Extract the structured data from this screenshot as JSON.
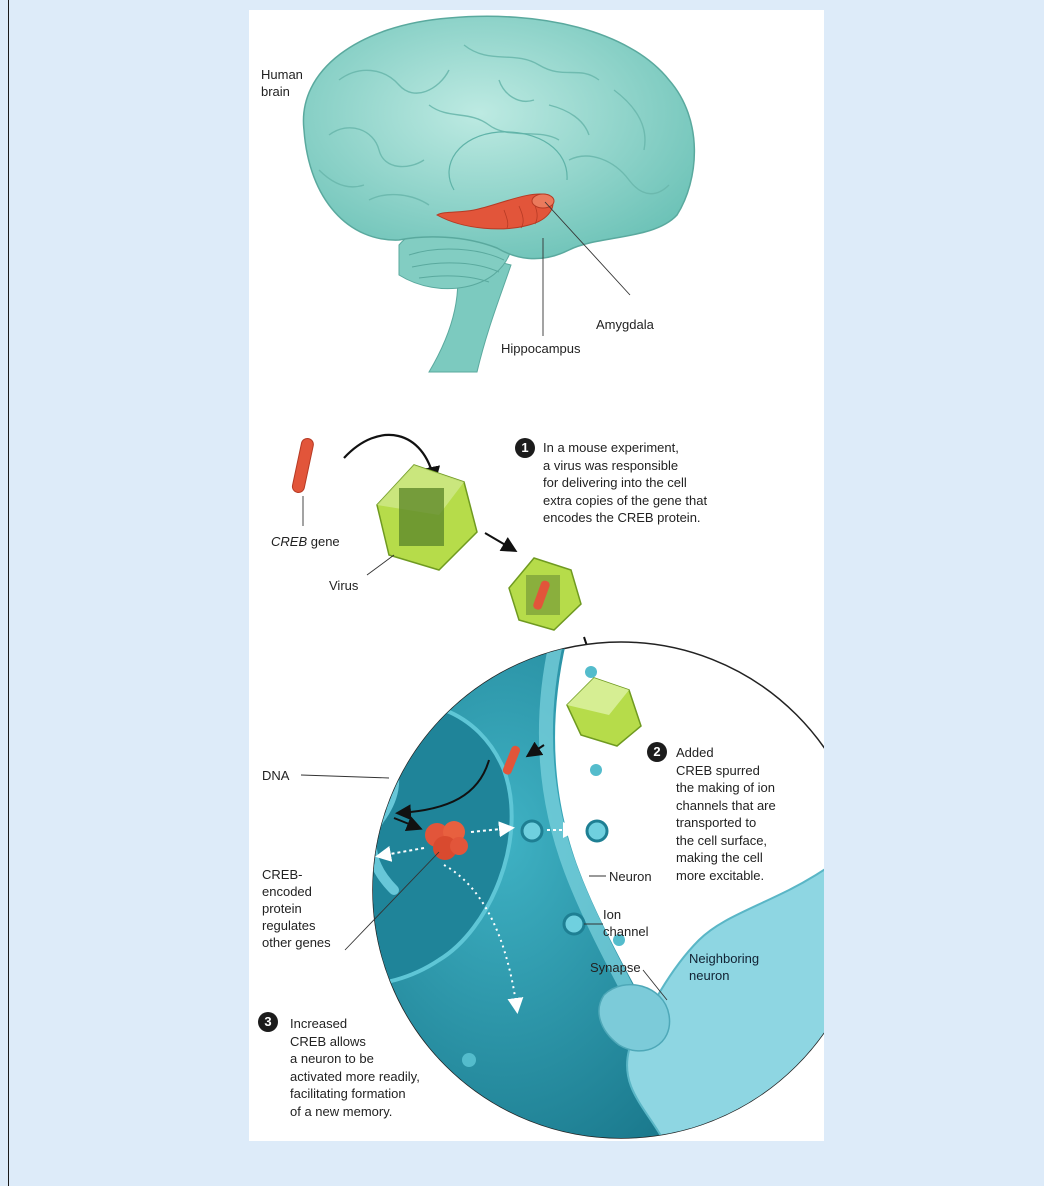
{
  "labels": {
    "human_brain": "Human\nbrain",
    "amygdala": "Amygdala",
    "hippocampus": "Hippocampus",
    "creb_gene_italic": "CREB",
    "creb_gene_rest": " gene",
    "virus": "Virus",
    "dna": "DNA",
    "creb_protein": "CREB-\nencoded\nprotein\nregulates\nother genes",
    "neuron": "Neuron",
    "ion_channel": "Ion\nchannel",
    "synapse": "Synapse",
    "neighboring_neuron": "Neighboring\nneuron"
  },
  "steps": [
    {
      "number": "1",
      "text": "In a mouse experiment,\na virus was responsible\nfor delivering into the cell\nextra copies of the gene that\nencodes the CREB protein."
    },
    {
      "number": "2",
      "text": "Added\nCREB spurred\nthe making of ion\nchannels that are\ntransported to\nthe cell surface,\nmaking the cell\nmore excitable."
    },
    {
      "number": "3",
      "text": "Increased\nCREB allows\na neuron to be\nactivated more readily,\nfacilitating formation\nof a new memory."
    }
  ],
  "colors": {
    "background": "#ddebf9",
    "brain": "#8fd3c8",
    "highlight": "#e2553a",
    "virus": "#a8d24a",
    "neuron": "#2a9fb8"
  }
}
